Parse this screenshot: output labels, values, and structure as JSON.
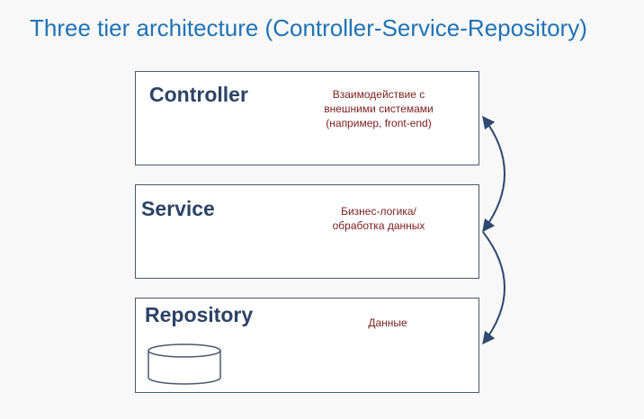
{
  "title": "Three tier architecture (Controller-Service-Repository)",
  "tiers": [
    {
      "name": "Controller",
      "description": "Взаимодействие с\nвнешними системами\n(например, front-end)"
    },
    {
      "name": "Service",
      "description": "Бизнес-логика/\nобработка данных"
    },
    {
      "name": "Repository",
      "description": "Данные"
    }
  ],
  "icons": {
    "database": "database-icon",
    "arrow": "curved-double-arrow"
  },
  "colors": {
    "title": "#1f73b6",
    "tier_name": "#2c4366",
    "description": "#7a1c1c",
    "border": "#4a5a6e",
    "arrow": "#2f4a6e"
  }
}
